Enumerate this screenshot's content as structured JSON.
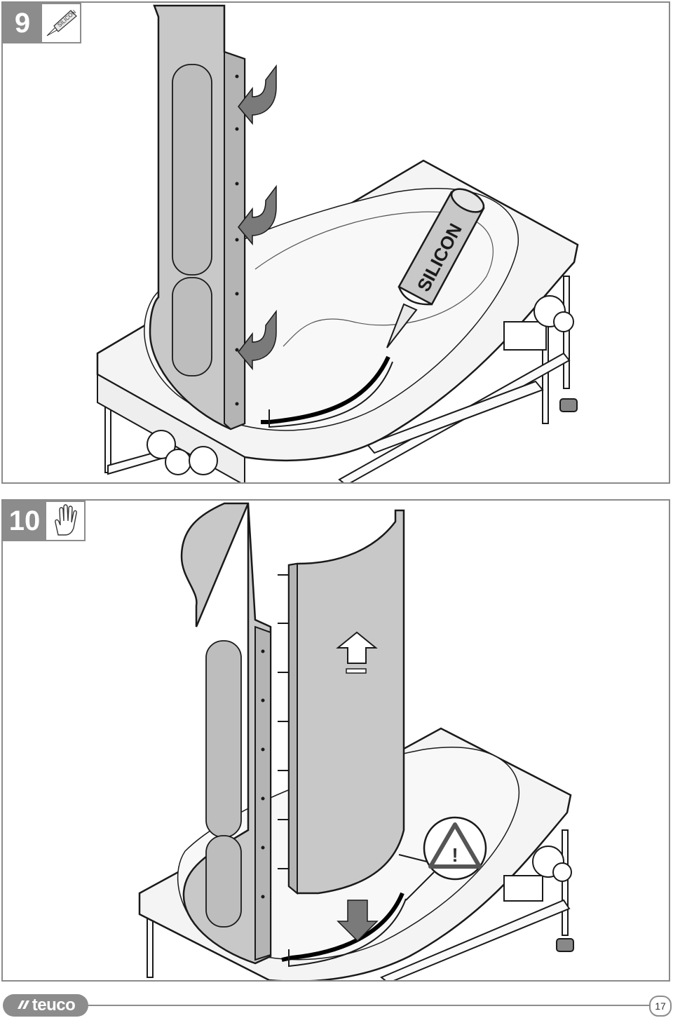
{
  "steps": [
    {
      "number": "9",
      "tool_label": "SILICON",
      "tube_label": "SILICON"
    },
    {
      "number": "10",
      "warning_symbol": "!"
    }
  ],
  "footer": {
    "brand": "teuco",
    "page_number": "17"
  },
  "icons": {
    "step9": "silicone-tube-icon",
    "step10": "hand-icon",
    "warning": "warning-triangle-icon",
    "direction": "arrow-icon"
  },
  "colors": {
    "panel_gray": "#c8c8c8",
    "badge_gray": "#8c8c8c",
    "tub_white": "#f4f4f4",
    "line": "#1a1a1a"
  }
}
